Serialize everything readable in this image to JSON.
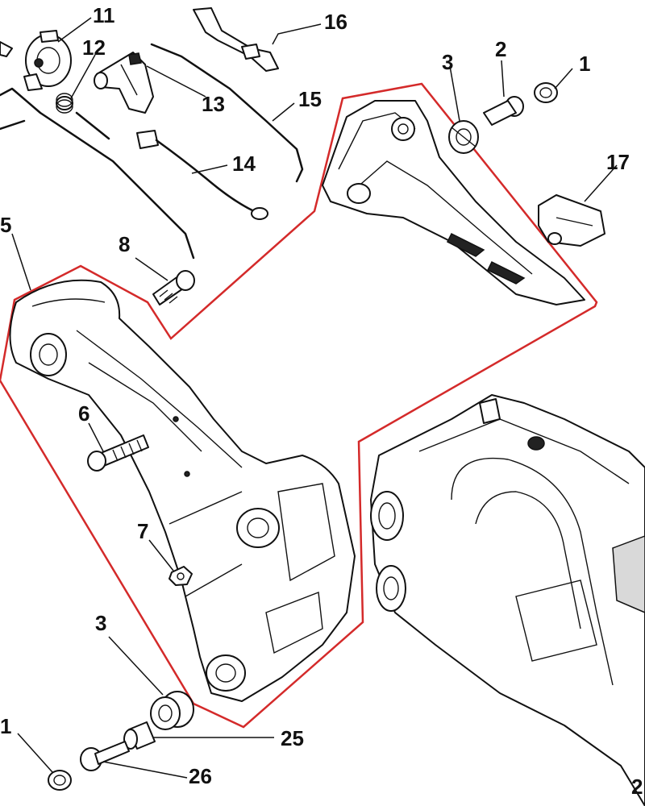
{
  "colors": {
    "assembly_outline": "#d42a2a",
    "line_art": "#111111",
    "background": "#ffffff"
  },
  "callouts": {
    "c1_top": "1",
    "c2_top": "2",
    "c3_top": "3",
    "c5": "5",
    "c6": "6",
    "c7": "7",
    "c8": "8",
    "c11": "11",
    "c12": "12",
    "c13": "13",
    "c14": "14",
    "c15": "15",
    "c16": "16",
    "c17": "17",
    "c3_bottom": "3",
    "c1_bottom": "1",
    "c25": "25",
    "c26": "26",
    "c2_corner": "2"
  }
}
